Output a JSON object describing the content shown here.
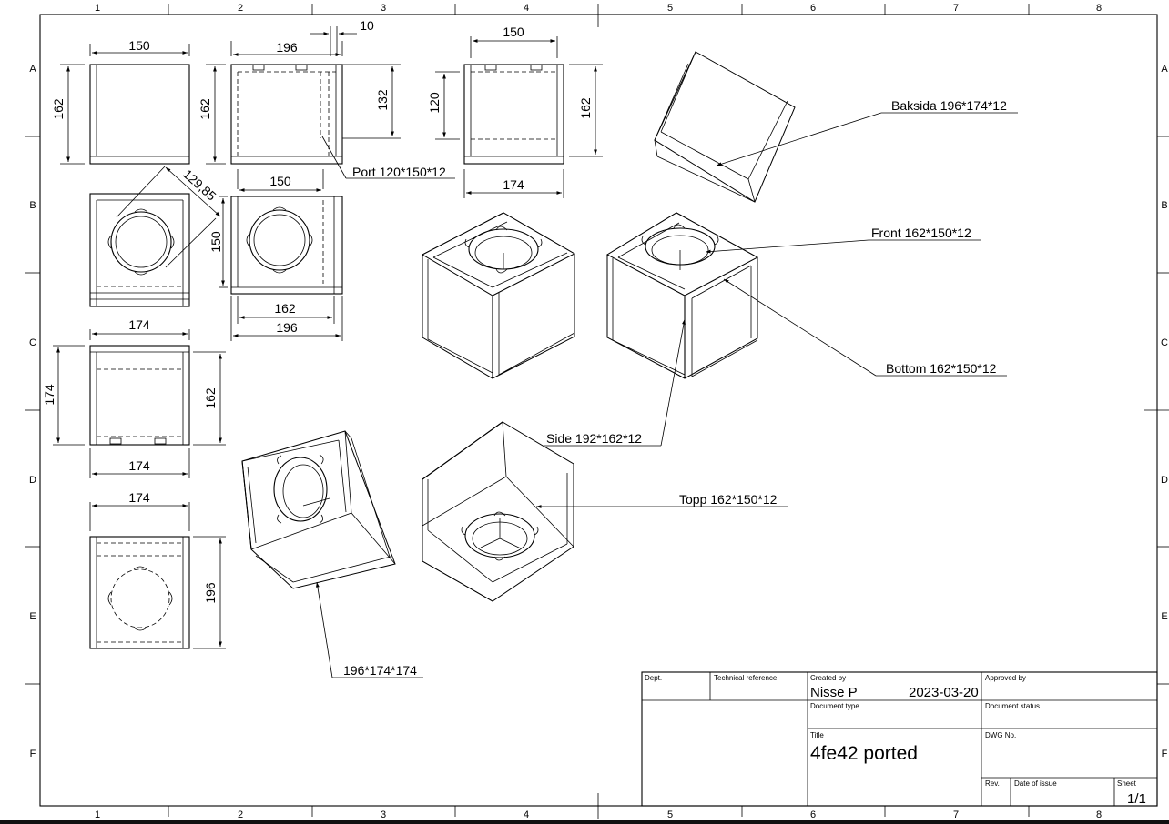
{
  "zones": {
    "columns": [
      "1",
      "2",
      "3",
      "4",
      "5",
      "6",
      "7",
      "8"
    ],
    "rows": [
      "A",
      "B",
      "C",
      "D",
      "E",
      "F"
    ]
  },
  "dimensions": {
    "front_width": "150",
    "front_height": "162",
    "side_width": "196",
    "side_height": "162",
    "port_thickness": "10",
    "port_height": "132",
    "back_width": "150",
    "back_port_height": "120",
    "back_height": "162",
    "back_bottom": "174",
    "diag": "129,85",
    "top_width": "150",
    "top_height": "150",
    "top_inner": "162",
    "top_outer": "196",
    "left_width": "174",
    "left_height": "174",
    "left_right_height": "162",
    "left_bottom": "174",
    "bottom_width": "174",
    "bottom_height": "196"
  },
  "callouts": {
    "port": "Port 120*150*12",
    "baksida": "Baksida 196*174*12",
    "front": "Front 162*150*12",
    "bottom": "Bottom 162*150*12",
    "side": "Side 192*162*12",
    "topp": "Topp 162*150*12",
    "overall": "196*174*174"
  },
  "title_block": {
    "dept_label": "Dept.",
    "tech_ref_label": "Technical reference",
    "created_by_label": "Created by",
    "created_by": "Nisse P",
    "date": "2023-03-20",
    "approved_by_label": "Approved by",
    "doc_type_label": "Document type",
    "doc_status_label": "Document status",
    "title_label": "Title",
    "title": "4fe42 ported",
    "dwg_no_label": "DWG No.",
    "rev_label": "Rev.",
    "date_of_issue_label": "Date of issue",
    "sheet_label": "Sheet",
    "sheet": "1/1"
  }
}
